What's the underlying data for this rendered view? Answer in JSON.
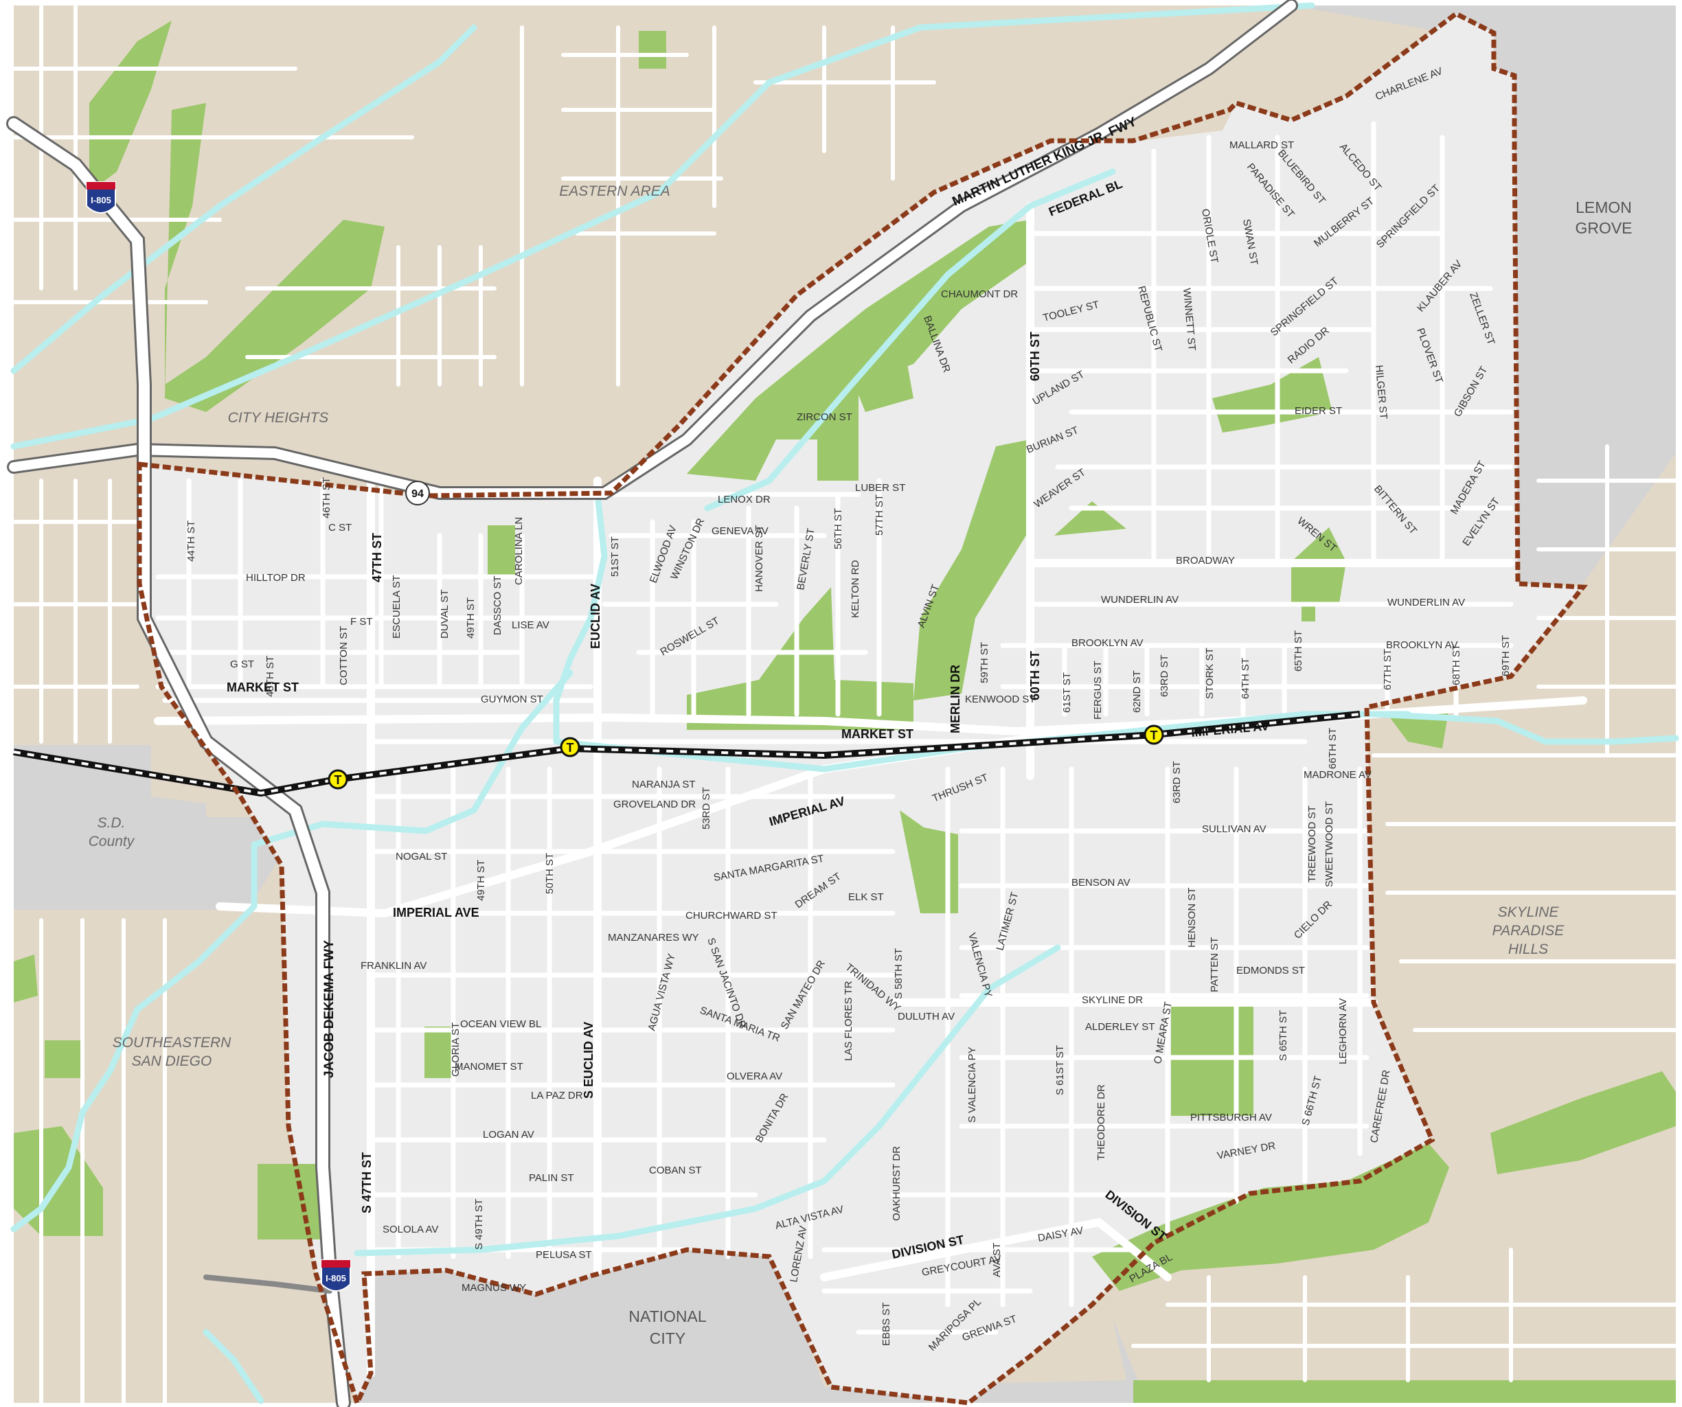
{
  "colors": {
    "surrounding": "#e2d8c8",
    "community": "#ececec",
    "neighbor_city": "#d4d4d4",
    "park": "#9cc76a",
    "creek": "#b8eeee",
    "street": "#ffffff",
    "boundary": "#8b3a1a",
    "trolley_stop": "#fff200"
  },
  "areas": {
    "eastern_area": "EASTERN AREA",
    "city_heights": "CITY HEIGHTS",
    "lemon_grove_1": "LEMON",
    "lemon_grove_2": "GROVE",
    "sd_county_1": "S.D.",
    "sd_county_2": "County",
    "southeastern_1": "SOUTHEASTERN",
    "southeastern_2": "SAN DIEGO",
    "skyline_1": "SKYLINE",
    "skyline_2": "PARADISE",
    "skyline_3": "HILLS",
    "national_city_1": "NATIONAL",
    "national_city_2": "CITY"
  },
  "freeways": {
    "mlk": "MARTIN LUTHER KING JR. FWY",
    "dekema": "JACOB DEKEMA FWY"
  },
  "shields": {
    "i805": "I-805",
    "sr94": "94"
  },
  "trolley": {
    "stop_symbol": "T"
  },
  "streets_major": {
    "market_st_w": "MARKET ST",
    "market_st_c": "MARKET ST",
    "imperial_av_e": "IMPERIAL AV",
    "imperial_av_c": "IMPERIAL AV",
    "imperial_ave_w": "IMPERIAL AVE",
    "euclid_av": "EUCLID AV",
    "s_euclid_av": "S EUCLID AV",
    "st47": "47TH ST",
    "s_47th_st": "S 47TH ST",
    "st60_n": "60TH ST",
    "st60_s": "60TH ST",
    "merlin_dr": "MERLIN DR",
    "division_st_w": "DIVISION ST",
    "division_st_e": "DIVISION ST",
    "federal_bl": "FEDERAL BL"
  },
  "streets_minor": [
    "LENOX DR",
    "GENEVA AV",
    "HANOVER ST",
    "BEVERLY ST",
    "56TH ST",
    "57TH ST",
    "LUBER ST",
    "KELTON RD",
    "ALVIN ST",
    "ZIRCON ST",
    "CHAUMONT DR",
    "BALLINA DR",
    "TOOLEY ST",
    "REPUBLIC ST",
    "WINNETT ST",
    "ORIOLE ST",
    "SWAN ST",
    "PARADISE ST",
    "BLUEBIRD ST",
    "ALCEDO ST",
    "MALLARD ST",
    "CHARLENE AV",
    "MULBERRY ST",
    "SPRINGFIELD ST",
    "SPRINGFIELD ST",
    "RADIO DR",
    "KLAUBER AV",
    "ZELLER ST",
    "PLOVER ST",
    "HILGER ST",
    "GIBSON ST",
    "EIDER ST",
    "UPLAND ST",
    "BURIAN ST",
    "WEAVER ST",
    "BITTERN ST",
    "MADERA ST",
    "EVELYN ST",
    "WREN ST",
    "BROADWAY",
    "WUNDERLIN AV",
    "WUNDERLIN AV",
    "BROOKLYN AV",
    "BROOKLYN AV",
    "69TH ST",
    "68TH ST",
    "67TH ST",
    "65TH ST",
    "64TH ST",
    "STORK ST",
    "63RD ST",
    "62ND ST",
    "FERGUS ST",
    "61ST ST",
    "59TH ST",
    "KENWOOD ST",
    "44TH ST",
    "46TH ST",
    "C ST",
    "HILLTOP DR",
    "CAROLINA LN",
    "ESCUELA ST",
    "DUVAL ST",
    "49TH ST",
    "DASSCO ST",
    "LISE AV",
    "F ST",
    "G ST",
    "45TH ST",
    "COTTON ST",
    "GUYMON ST",
    "51ST ST",
    "ELWOOD AV",
    "WINSTON DR",
    "ROSWELL ST",
    "NARANJA ST",
    "GROVELAND DR",
    "53RD ST",
    "THRUSH ST",
    "MADRONE AV",
    "66TH ST",
    "63RD ST",
    "SULLIVAN AV",
    "TREEWOOD ST",
    "SWEETWOOD ST",
    "BENSON AV",
    "NOGAL ST",
    "49TH ST",
    "50TH ST",
    "SANTA MARGARITA ST",
    "ELK ST",
    "DREAM ST",
    "CHURCHWARD ST",
    "LATIMER ST",
    "VALENCIA PY",
    "HENSON ST",
    "CIELO DR",
    "PATTEN ST",
    "EDMONDS ST",
    "FRANKLIN AV",
    "MANZANARES WY",
    "S SAN JACINTO DR",
    "AGUA VISTA WY",
    "SAN MATEO DR",
    "TRINIDAD WY",
    "LAS FLORES TR",
    "S 58TH ST",
    "DULUTH AV",
    "SKYLINE DR",
    "ALDERLEY ST",
    "O MEARA ST",
    "S 65TH ST",
    "LEGHORN AV",
    "OCEAN VIEW BL",
    "GLORIA ST",
    "MANOMET ST",
    "SANTA MARIA TR",
    "OLVERA AV",
    "LA PAZ DR",
    "S VALENCIA PY",
    "S 61ST ST",
    "THEODORE DR",
    "PITTSBURGH AV",
    "S 66TH ST",
    "CAREFREE DR",
    "VARNEY DR",
    "LOGAN AV",
    "BONITA DR",
    "OAKHURST DR",
    "PALIN ST",
    "COBAN ST",
    "ALTA VISTA AV",
    "LORENZ AV",
    "SOLOLA AV",
    "S 49TH ST",
    "PELUSA ST",
    "GREYCOURT AV",
    "AVA ST",
    "DAISY AV",
    "PLAZA BL",
    "MAGNUS WY",
    "EBBS ST",
    "MARIPOSA PL",
    "GREWIA ST"
  ]
}
